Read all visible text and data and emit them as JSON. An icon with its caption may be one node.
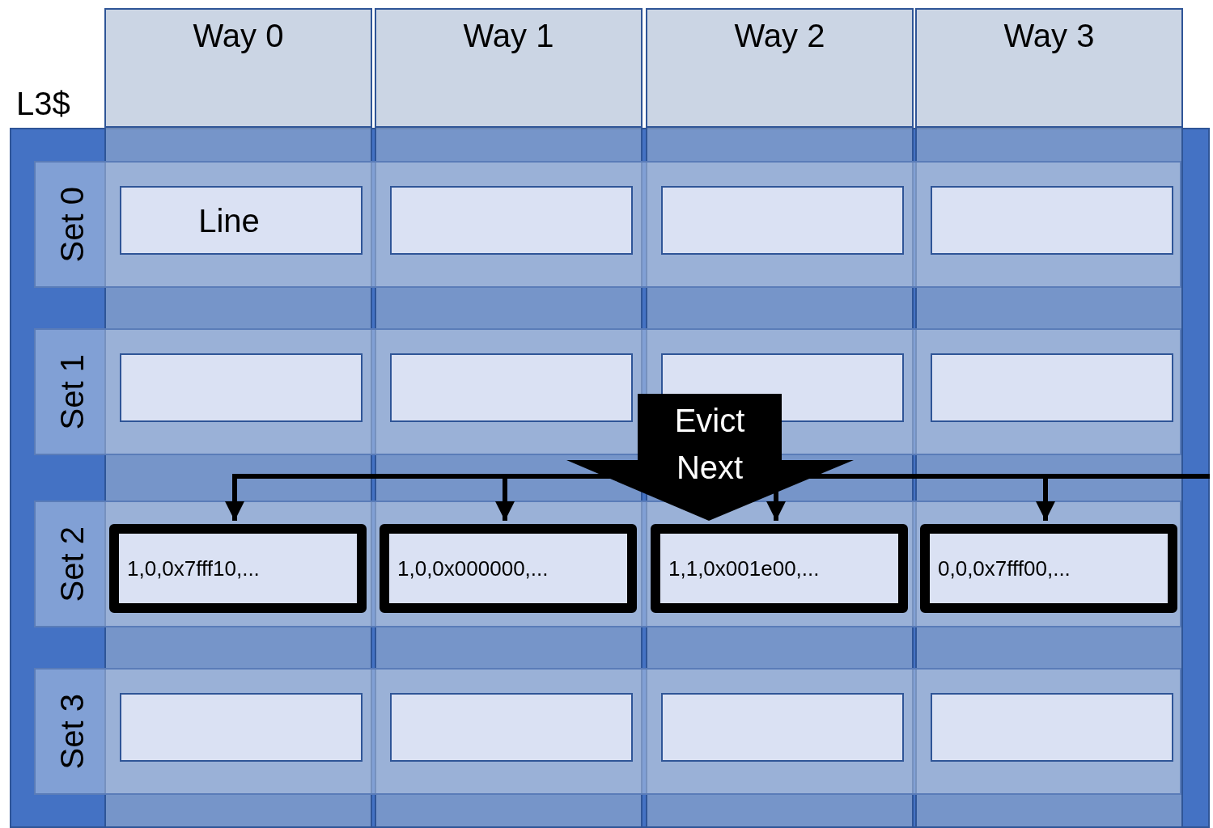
{
  "diagram": {
    "nodes": [
      {
        "text": [
          "L3$"
        ]
      },
      {
        "text": [
          "Way 0"
        ]
      },
      {
        "text": [
          "Way 1"
        ]
      },
      {
        "text": [
          "Way 2"
        ]
      },
      {
        "text": [
          "Way 3"
        ]
      },
      {
        "text": [
          "Set 0"
        ],
        "in": 0
      },
      {
        "text": [
          "Line"
        ],
        "in": 5
      },
      {
        "text": [],
        "shape": "box",
        "in": 5
      },
      {
        "text": [],
        "shape": "box",
        "in": 5
      },
      {
        "text": [],
        "shape": "box",
        "in": 5
      },
      {
        "text": [
          "Set 1"
        ],
        "in": 0
      },
      {
        "text": [],
        "shape": "box",
        "in": 10
      },
      {
        "text": [],
        "shape": "box",
        "in": 10
      },
      {
        "text": [],
        "shape": "box",
        "in": 10
      },
      {
        "text": [],
        "shape": "box",
        "in": 10
      },
      {
        "text": [
          "Set 2"
        ],
        "in": 0
      },
      {
        "text": [
          "1,0,0x7fff10,..."
        ],
        "in": 15
      },
      {
        "text": [
          "1,0,0x000000,..."
        ],
        "in": 15
      },
      {
        "text": [
          "1,1,0x001e00,..."
        ],
        "in": 15
      },
      {
        "text": [
          "0,0,0x7fff00,..."
        ],
        "in": 15
      },
      {
        "text": [
          "Set 3"
        ],
        "in": 0
      },
      {
        "text": [],
        "shape": "box",
        "in": 20
      },
      {
        "text": [],
        "shape": "box",
        "in": 20
      },
      {
        "text": [],
        "shape": "box",
        "in": 20
      },
      {
        "text": [],
        "shape": "box",
        "in": 20
      }
    ],
    "edges": [
      {
        "from": 0,
        "to": 16,
        "arrow": "to"
      },
      {
        "from": 0,
        "to": 17,
        "arrow": "to"
      },
      {
        "from": 0,
        "to": 18,
        "arrow": "to"
      },
      {
        "from": 0,
        "to": 19,
        "arrow": "to"
      },
      {
        "from": null,
        "to": 18,
        "arrow": "to",
        "label": "Evict Next",
        "style": "thick"
      }
    ]
  }
}
